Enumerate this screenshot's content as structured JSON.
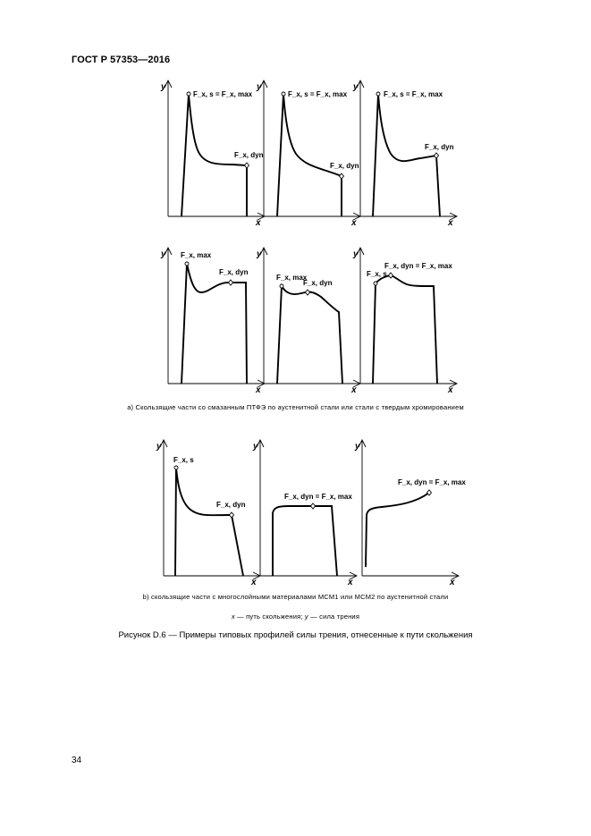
{
  "header": {
    "standard": "ГОСТ Р 57353—2016"
  },
  "axes": {
    "y": "y",
    "x": "x"
  },
  "charts": [
    {
      "labels": [
        "F_x, s = F_x, max",
        "F_x, dyn"
      ]
    },
    {
      "labels": [
        "F_x, s = F_x, max",
        "F_x, dyn"
      ]
    },
    {
      "labels": [
        "F_x, s = F_x, max",
        "F_x, dyn"
      ]
    },
    {
      "labels": [
        "F_x, max",
        "F_x, dyn"
      ]
    },
    {
      "labels": [
        "F_x, max",
        "F_x, dyn"
      ]
    },
    {
      "labels": [
        "F_x, s",
        "F_x, dyn = F_x, max"
      ]
    },
    {
      "labels": [
        "F_x, s",
        "F_x, dyn"
      ]
    },
    {
      "labels": [
        "F_x, dyn = F_x, max"
      ]
    },
    {
      "labels": [
        "F_x, dyn = F_x, max"
      ]
    }
  ],
  "captions": {
    "a": "а) Скользящие части со смазанным ПТФЭ по аустенитной стали или стали с твердым хромированием",
    "b": "b) скользящие части с многослойными материалами MCM1 или MCM2 по аустенитной стали"
  },
  "legend": {
    "x_symbol": "x",
    "x_desc": " — путь скольжения; ",
    "y_symbol": "y",
    "y_desc": " — сила трения"
  },
  "figure_title": "Рисунок D.6 — Примеры типовых профилей силы трения, отнесенные к пути скольжения",
  "page_number": "34"
}
